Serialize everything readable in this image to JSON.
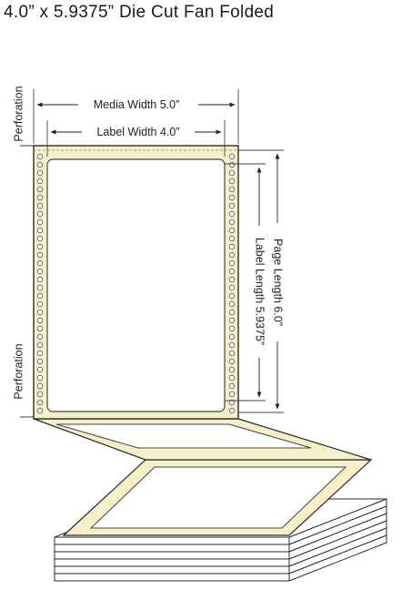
{
  "title": "4.0” x 5.9375” Die Cut Fan Folded",
  "dimensions": {
    "media_width": "Media Width 5.0”",
    "label_width": "Label Width 4.0”",
    "page_length": "Page Length 6.0”",
    "label_length": "Label Length 5.9375”"
  },
  "callouts": {
    "perforation_top": "Perforation",
    "perforation_bottom": "Perforation"
  },
  "colors": {
    "liner": "#f6f0c9",
    "label_face": "#ffffff",
    "outline": "#2a2a2a"
  }
}
